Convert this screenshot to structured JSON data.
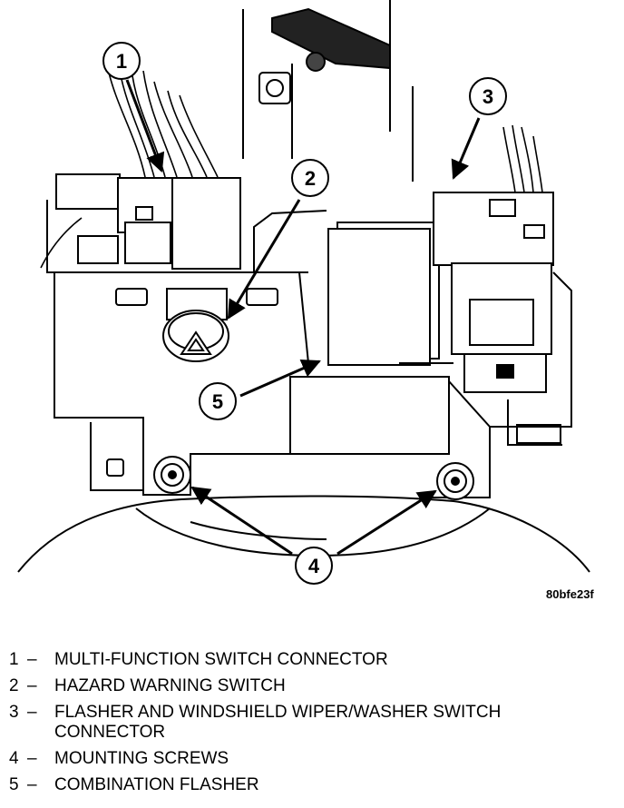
{
  "figure_id": "80bfe23f",
  "callouts": [
    "1",
    "2",
    "3",
    "4",
    "5"
  ],
  "legend": [
    {
      "num": "1",
      "dash": "–",
      "text": "MULTI-FUNCTION SWITCH CONNECTOR"
    },
    {
      "num": "2",
      "dash": "–",
      "text": "HAZARD WARNING SWITCH"
    },
    {
      "num": "3",
      "dash": "–",
      "text": "FLASHER AND WINDSHIELD WIPER/WASHER SWITCH\nCONNECTOR"
    },
    {
      "num": "4",
      "dash": "–",
      "text": "MOUNTING SCREWS"
    },
    {
      "num": "5",
      "dash": "–",
      "text": "COMBINATION FLASHER"
    }
  ]
}
